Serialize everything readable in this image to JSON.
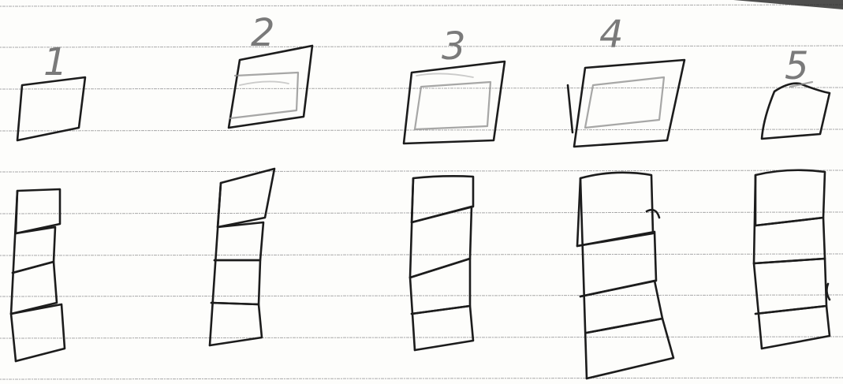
{
  "sketch": {
    "column_labels": [
      "1",
      "2",
      "3",
      "4",
      "5"
    ]
  },
  "colors": {
    "paper": "#fdfdfb",
    "rule_lines": "#9a9a9a",
    "ink": "#1c1c1c",
    "pencil": "#8a8a8a"
  }
}
